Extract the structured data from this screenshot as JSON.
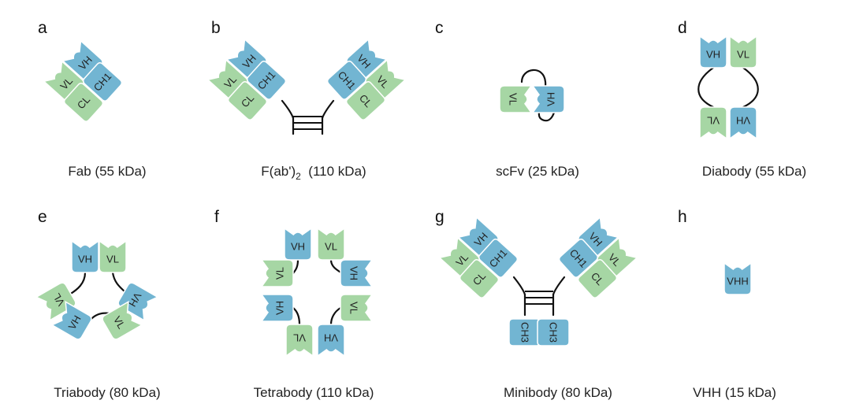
{
  "colors": {
    "heavy": "#72b5d2",
    "light": "#a6d6a4",
    "ink": "#111111"
  },
  "panels": [
    {
      "letter": "a",
      "caption": "Fab (55 kDa)"
    },
    {
      "letter": "b",
      "caption_main": "F(ab')",
      "caption_sub": "2",
      "caption_tail": "  (110 kDa)"
    },
    {
      "letter": "c",
      "caption": "scFv (25 kDa)"
    },
    {
      "letter": "d",
      "caption": "Diabody (55 kDa)"
    },
    {
      "letter": "e",
      "caption": "Triabody (80 kDa)"
    },
    {
      "letter": "f",
      "caption": "Tetrabody (110 kDa)"
    },
    {
      "letter": "g",
      "caption": "Minibody (80 kDa)"
    },
    {
      "letter": "h",
      "caption": "VHH (15 kDa)"
    }
  ],
  "domains": {
    "vh": "VH",
    "vl": "VL",
    "ch1": "CH1",
    "cl": "CL",
    "ch3": "CH3",
    "vhh": "VHH"
  }
}
